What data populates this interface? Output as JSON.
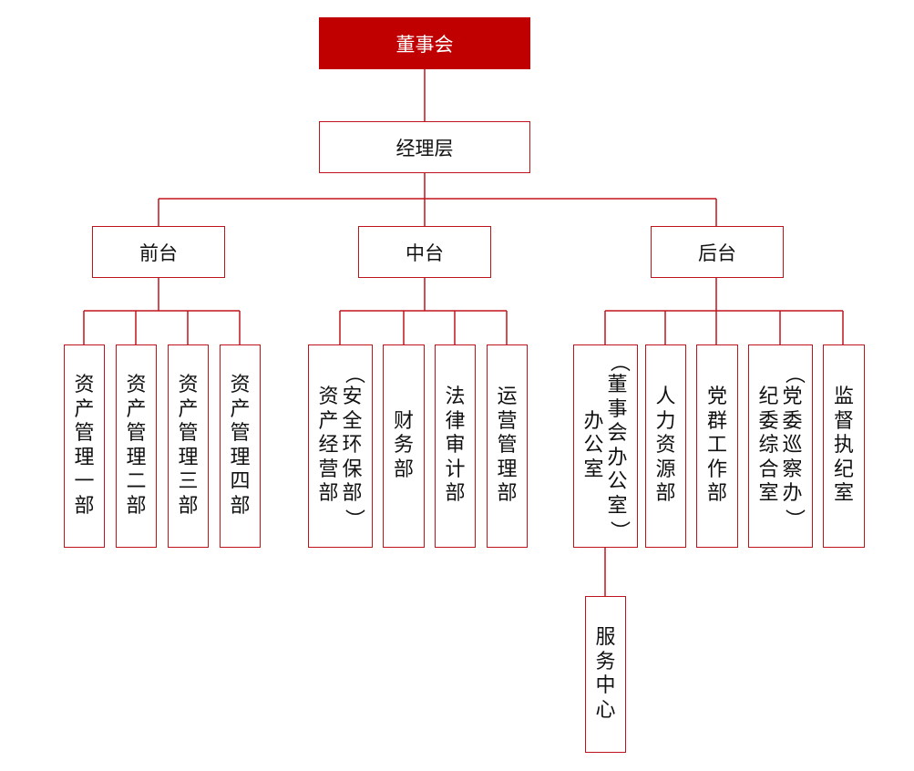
{
  "colors": {
    "accent": "#c00000",
    "line": "#c0141c"
  },
  "chart": {
    "root": "董事会",
    "manager": "经理层",
    "groups": {
      "front": {
        "label": "前台",
        "units": [
          "资产管理一部",
          "资产管理二部",
          "资产管理三部",
          "资产管理四部"
        ]
      },
      "middle": {
        "label": "中台",
        "units": [
          "资产经营部（安全环保部）",
          "财务部",
          "法律审计部",
          "运营管理部"
        ]
      },
      "back": {
        "label": "后台",
        "units": [
          "办公室（董事会办公室）",
          "人力资源部",
          "党群工作部",
          "纪委综合室（党委巡察办）",
          "监督执纪室"
        ],
        "sub_unit": "服务中心"
      }
    }
  }
}
